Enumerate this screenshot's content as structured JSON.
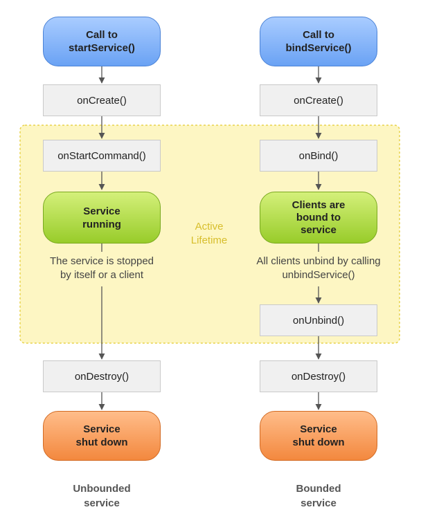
{
  "active_region": {
    "label": "Active\nLifetime"
  },
  "unbounded": {
    "start": "Call to\nstartService()",
    "on_create": "onCreate()",
    "on_start_command": "onStartCommand()",
    "running": "Service\nrunning",
    "note": "The service is stopped\nby itself or a client",
    "on_destroy": "onDestroy()",
    "shut_down": "Service\nshut down",
    "footer": "Unbounded\nservice"
  },
  "bounded": {
    "start": "Call to\nbindService()",
    "on_create": "onCreate()",
    "on_bind": "onBind()",
    "running": "Clients are\nbound to\nservice",
    "note": "All clients unbind by calling\nunbindService()",
    "on_unbind": "onUnbind()",
    "on_destroy": "onDestroy()",
    "shut_down": "Service\nshut down",
    "footer": "Bounded\nservice"
  },
  "colors": {
    "active_fill": "#fdf6c3",
    "active_border": "#e8d24a",
    "arrow": "#555555"
  }
}
